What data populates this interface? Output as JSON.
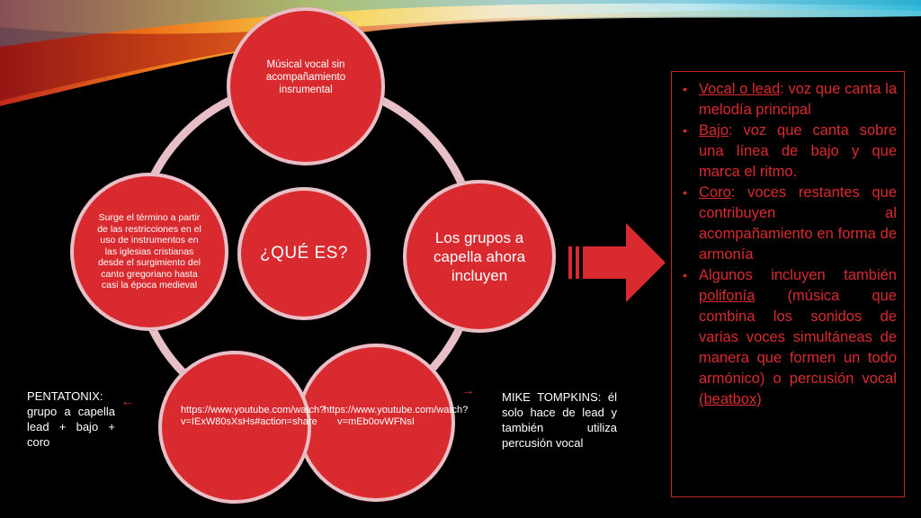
{
  "diagram": {
    "center": "¿QUÉ ES?",
    "top": "Músical vocal sin acompañamiento insrumental",
    "right": "Los grupos a capella ahora incluyen",
    "bottom_right": "https://www.youtube.com/watch?v=mEb0ovWFNsI",
    "bottom_left": "https://www.youtube.com/watch?v=IExW80sXsHs#action=share",
    "left": "Surge el término a partir de las restricciones en el uso de instrumentos en las iglesias cristianas desde el surgimiento del canto gregoriano hasta casi la época medieval"
  },
  "captions": {
    "left": "PENTATONIX: grupo a capella lead + bajo + coro",
    "right": "MIKE TOMPKINS: él solo hace de lead y también utiliza percusión vocal"
  },
  "info": {
    "items": [
      {
        "term": "Vocal o lead",
        "rest": ": voz que canta la melodía principal"
      },
      {
        "term": "Bajo",
        "rest": ": voz que canta sobre una línea de bajo y que marca el ritmo."
      },
      {
        "term": "Coro",
        "rest": ": voces restantes que contribuyen al acompañamiento en forma de armonía"
      },
      {
        "pre": "Algunos incluyen también ",
        "term": "polifonía",
        "rest": " (música que combina los sonidos de varias voces simultáneas de manera que formen un todo armónico) o percusión vocal ",
        "term2": "(beatbox)"
      }
    ]
  },
  "colors": {
    "circle": "#d92b2f",
    "ring": "#e7bfc6",
    "text_red": "#d92b2f",
    "background": "#000000"
  }
}
